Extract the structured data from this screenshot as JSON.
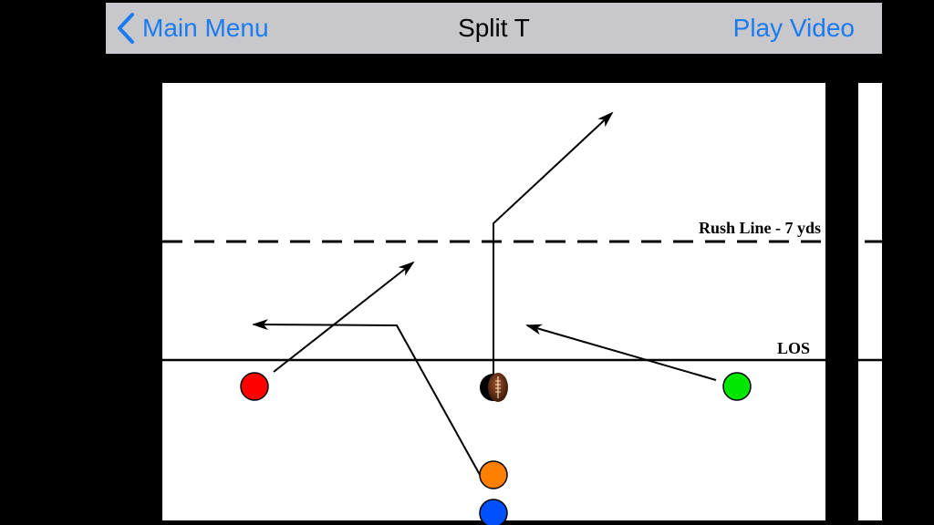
{
  "nav": {
    "back_label": "Main Menu",
    "title": "Split T",
    "action_label": "Play Video",
    "accent_color": "#1a7cf0",
    "bar_color": "#c7c7cc"
  },
  "field": {
    "rush_line_label": "Rush Line - 7 yds",
    "los_label": "LOS"
  },
  "players": [
    {
      "name": "left-receiver",
      "color": "#ff0000"
    },
    {
      "name": "right-receiver",
      "color": "#00e600"
    },
    {
      "name": "quarterback",
      "color": "#ff8000"
    },
    {
      "name": "running-back",
      "color": "#0050ff"
    }
  ],
  "icons": {
    "back": "chevron-left-icon",
    "ball": "football-icon"
  }
}
